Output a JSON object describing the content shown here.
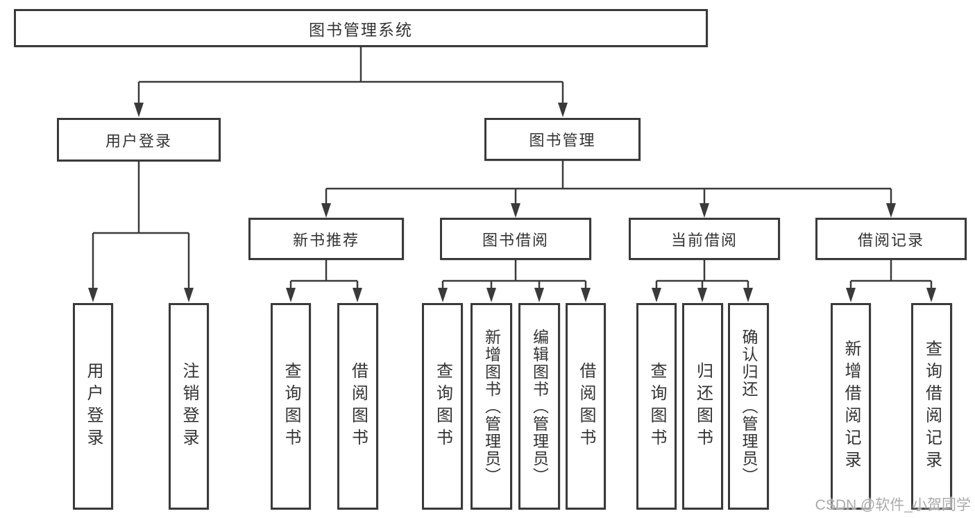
{
  "diagram_title": "图书管理系统",
  "tree": {
    "label": "图书管理系统",
    "children": [
      {
        "label": "用户登录",
        "children": [
          {
            "label": "用户登录"
          },
          {
            "label": "注销登录"
          }
        ]
      },
      {
        "label": "图书管理",
        "children": [
          {
            "label": "新书推荐",
            "children": [
              {
                "label": "查询图书"
              },
              {
                "label": "借阅图书"
              }
            ]
          },
          {
            "label": "图书借阅",
            "children": [
              {
                "label": "查询图书"
              },
              {
                "label": "新增图书（管理员）"
              },
              {
                "label": "编辑图书（管理员）"
              },
              {
                "label": "借阅图书"
              }
            ]
          },
          {
            "label": "当前借阅",
            "children": [
              {
                "label": "查询图书"
              },
              {
                "label": "归还图书"
              },
              {
                "label": "确认归还（管理员）"
              }
            ]
          },
          {
            "label": "借阅记录",
            "children": [
              {
                "label": "新增借阅记录"
              },
              {
                "label": "查询借阅记录"
              }
            ]
          }
        ]
      }
    ]
  },
  "watermark": "CSDN @软件_小贺同学",
  "colors": {
    "line": "#3a3a3a",
    "text": "#333333",
    "background": "#ffffff",
    "watermark": "#a5a5a5"
  }
}
